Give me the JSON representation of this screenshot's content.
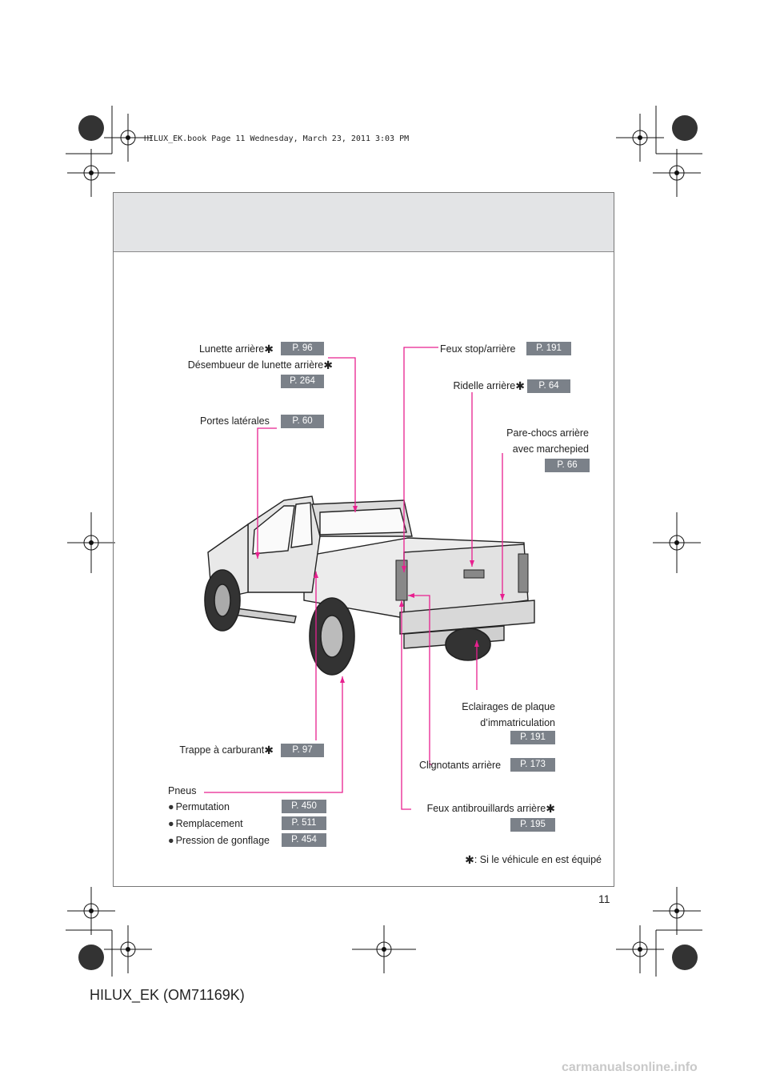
{
  "header": "HILUX_EK.book  Page 11  Wednesday, March 23, 2011  3:03 PM",
  "page_number": "11",
  "footer": "HILUX_EK (OM71169K)",
  "watermark": "carmanualsonline.info",
  "star": "✱",
  "bullet": "●",
  "labels": {
    "lunette": "Lunette arrière",
    "desembueur": "Désembueur de lunette arrière",
    "portes": "Portes latérales",
    "feux_stop": "Feux stop/arrière",
    "ridelle": "Ridelle arrière",
    "pare_chocs_1": "Pare-chocs arrière",
    "pare_chocs_2": "avec marchepied",
    "eclairages_1": "Eclairages de plaque",
    "eclairages_2": "d’immatriculation",
    "clignotants": "Clignotants arrière",
    "feux_antibrouillards": "Feux antibrouillards arrière",
    "trappe": "Trappe à carburant",
    "pneus": "Pneus",
    "permutation": "Permutation",
    "remplacement": "Remplacement",
    "pression": "Pression de gonflage",
    "footnote": ": Si le véhicule en est équipé"
  },
  "pages": {
    "lunette": "P. 96",
    "desembueur": "P. 264",
    "portes": "P. 60",
    "feux_stop": "P. 191",
    "ridelle": "P. 64",
    "pare_chocs": "P. 66",
    "eclairages": "P. 191",
    "clignotants": "P. 173",
    "feux_antibrouillards": "P. 195",
    "trappe": "P. 97",
    "permutation": "P. 450",
    "remplacement": "P. 511",
    "pression": "P. 454"
  },
  "colors": {
    "callout": "#e8208f",
    "page_tag": "#7b8189",
    "band": "#e3e4e6"
  }
}
